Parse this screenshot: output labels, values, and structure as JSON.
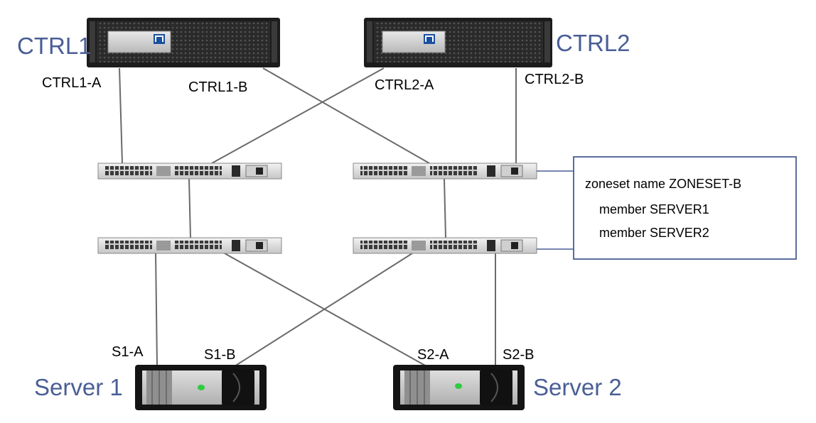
{
  "controllers": [
    {
      "name": "CTRL1",
      "port_a": "CTRL1-A",
      "port_b": "CTRL1-B"
    },
    {
      "name": "CTRL2",
      "port_a": "CTRL2-A",
      "port_b": "CTRL2-B"
    }
  ],
  "servers": [
    {
      "name": "Server 1",
      "port_a": "S1-A",
      "port_b": "S1-B"
    },
    {
      "name": "Server 2",
      "port_a": "S2-A",
      "port_b": "S2-B"
    }
  ],
  "zone_box": {
    "line1": "zoneset name ZONESET-B",
    "line2": "member SERVER1",
    "line3": "member SERVER2"
  },
  "colors": {
    "label_blue": "#4a5e96",
    "cable_gray": "#6a6a6a",
    "chassis_dark": "#1c1c1c"
  }
}
